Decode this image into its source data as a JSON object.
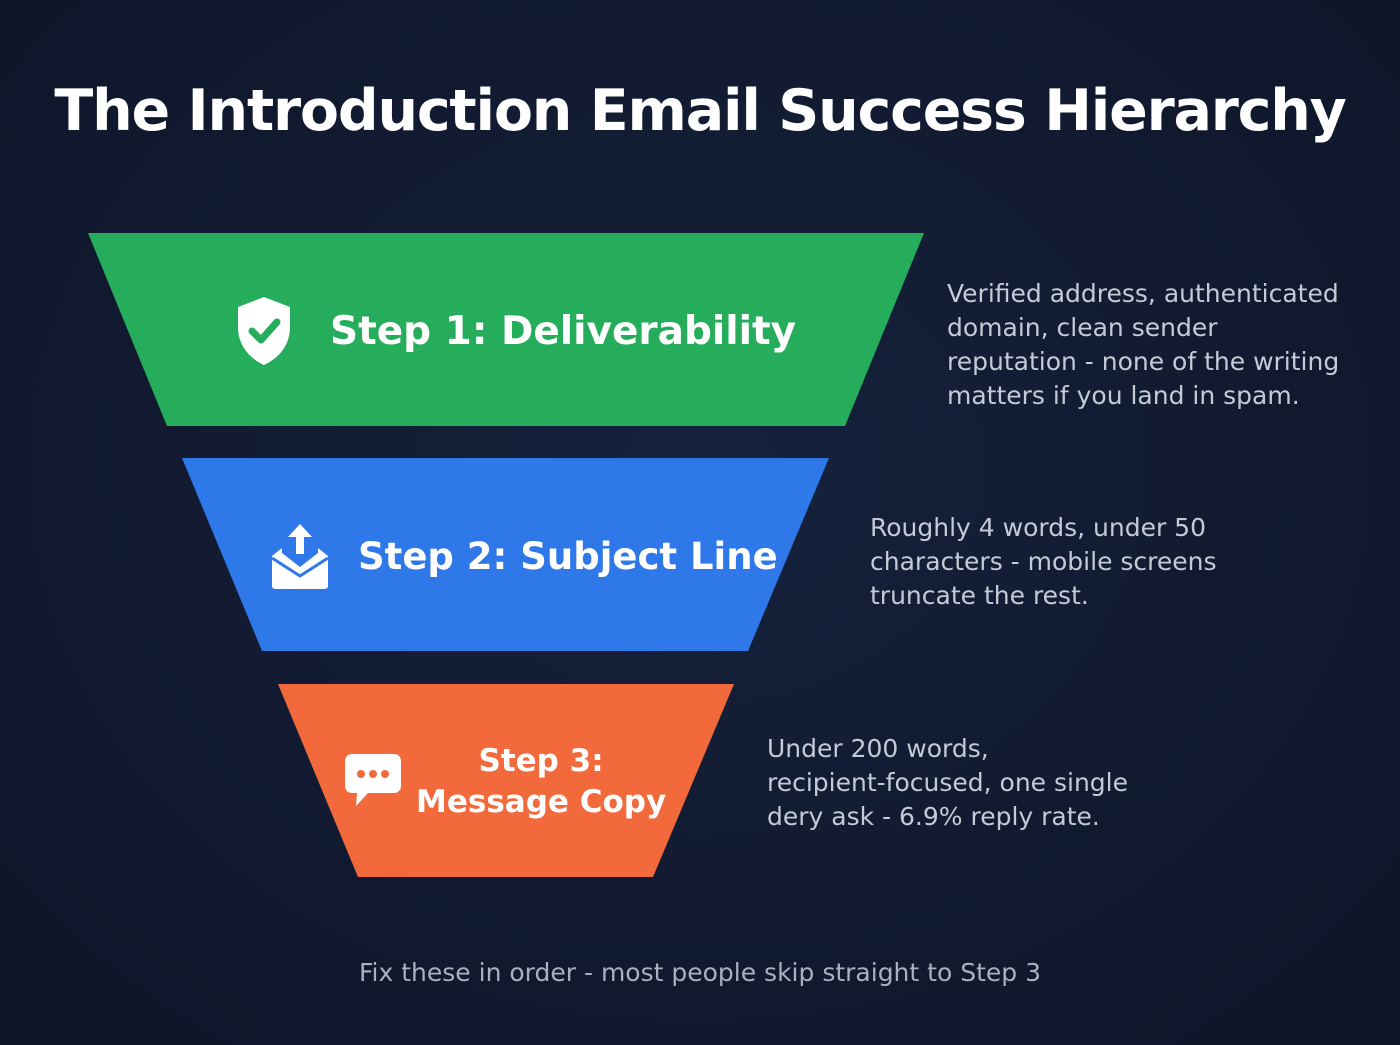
{
  "title": "The Introduction Email Success Hierarchy",
  "colors": {
    "background": "#111a30",
    "step1": "#25ad5c",
    "step2": "#2f78ea",
    "step3": "#f26a3b",
    "text_primary": "#ffffff",
    "text_secondary": "#c4cad6"
  },
  "steps": [
    {
      "label": "Step 1: Deliverability",
      "icon": "shield-check-icon",
      "description_lines": [
        "Verified address, authenticated",
        "domain, clean sender",
        "reputation - none of the writing",
        "matters if you land in spam."
      ]
    },
    {
      "label": "Step 2: Subject Line",
      "icon": "envelope-upload-icon",
      "description_lines": [
        "Roughly 4 words, under 50",
        "characters - mobile screens",
        "truncate the rest."
      ]
    },
    {
      "label_lines": [
        "Step 3:",
        "Message Copy"
      ],
      "icon": "chat-bubble-icon",
      "description_lines": [
        "Under 200 words,",
        "recipient-focused, one single",
        "dery ask - 6.9% reply rate."
      ]
    }
  ],
  "footer": "Fix these in order - most people skip straight to Step 3"
}
